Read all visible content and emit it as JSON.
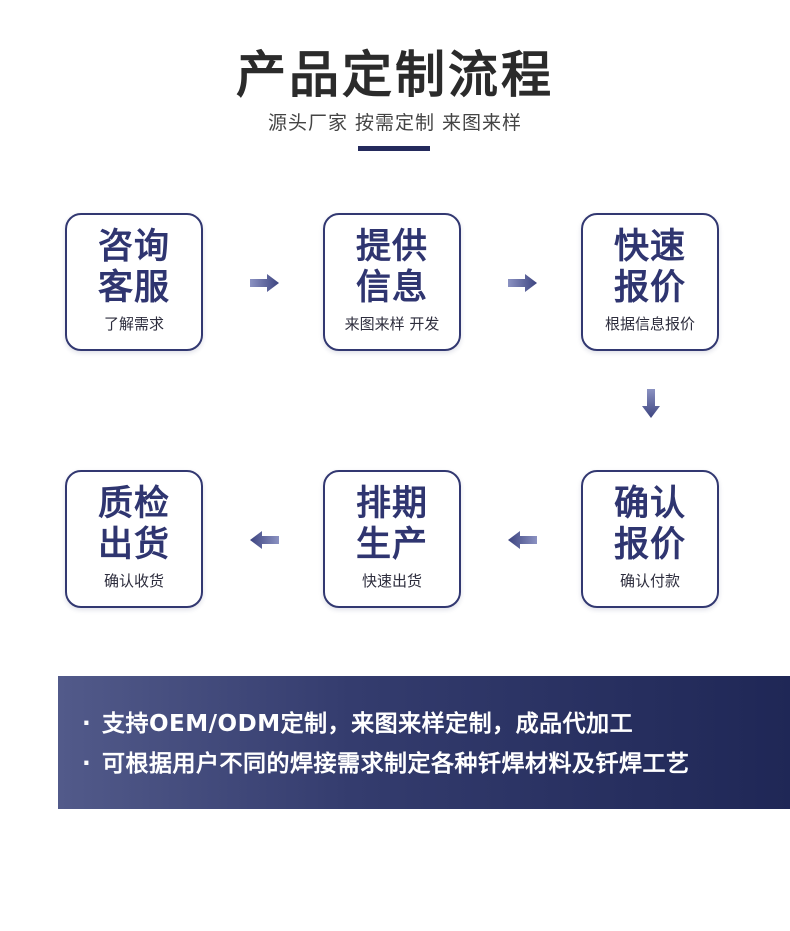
{
  "header": {
    "title": "产品定制流程",
    "subtitle": "源头厂家 按需定制 来图来样"
  },
  "steps": [
    {
      "line1": "咨询",
      "line2": "客服",
      "desc": "了解需求"
    },
    {
      "line1": "提供",
      "line2": "信息",
      "desc": "来图来样 开发"
    },
    {
      "line1": "快速",
      "line2": "报价",
      "desc": "根据信息报价"
    },
    {
      "line1": "确认",
      "line2": "报价",
      "desc": "确认付款"
    },
    {
      "line1": "排期",
      "line2": "生产",
      "desc": "快速出货"
    },
    {
      "line1": "质检",
      "line2": "出货",
      "desc": "确认收货"
    }
  ],
  "banner": {
    "bullet": "·",
    "lines": [
      "支持OEM/ODM定制，来图来样定制，成品代加工",
      "可根据用户不同的焊接需求制定各种钎焊材料及钎焊工艺"
    ]
  },
  "colors": {
    "accent": "#2f3570",
    "border": "#323871",
    "banner_start": "#525a8a",
    "banner_end": "#1f2756",
    "arrow": "#3d4480"
  }
}
